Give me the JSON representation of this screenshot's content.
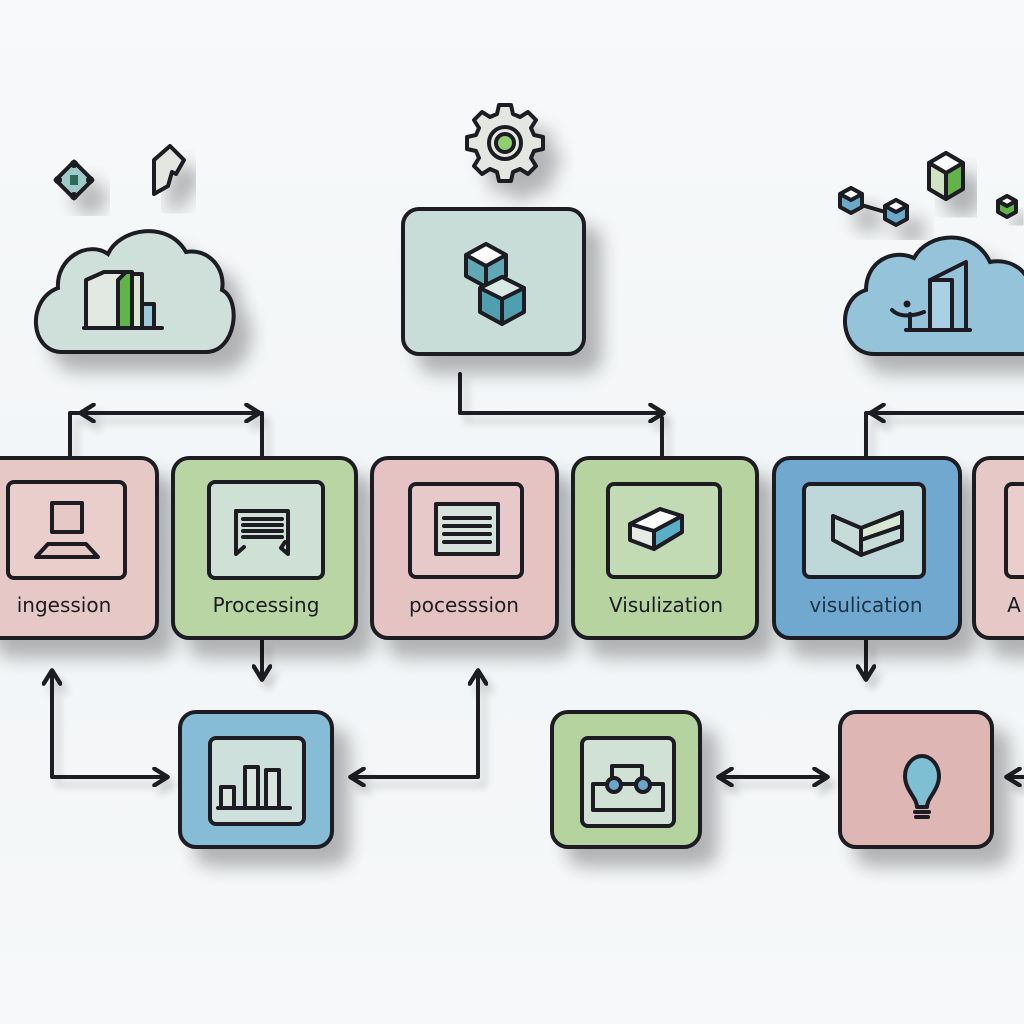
{
  "diagram": {
    "type": "data-pipeline-flow",
    "colors": {
      "outline": "#1a1f24",
      "pink": "#e3c3c3",
      "green": "#b6d3a0",
      "blue": "#6fa8cf",
      "pale_teal": "#c9ddd8",
      "cloud_left": "#cfdfd9",
      "cloud_right": "#94c3da",
      "accent_green": "#62b34a",
      "accent_blue": "#6fb5cf"
    },
    "top_row": [
      {
        "id": "cloud-storage-left",
        "shape": "cloud",
        "icon": "bar-chart-3d-icon"
      },
      {
        "id": "compute-box",
        "shape": "rounded-rect",
        "icon": "stacked-cubes-icon"
      },
      {
        "id": "cloud-storage-right",
        "shape": "cloud",
        "icon": "person-building-icon"
      }
    ],
    "floating_icons": [
      "network-node-icon",
      "flag-icon",
      "gear-icon",
      "linked-cubes-icon",
      "green-cube-icon",
      "small-cube-icon"
    ],
    "stages": [
      {
        "label": "ingession",
        "color": "pink",
        "icon": "laptop-icon"
      },
      {
        "label": "Processing",
        "color": "green",
        "icon": "document-list-icon"
      },
      {
        "label": "pocesssion",
        "color": "pink",
        "icon": "text-lines-icon"
      },
      {
        "label": "Visulization",
        "color": "green",
        "icon": "3d-block-icon"
      },
      {
        "label": "visulication",
        "color": "blue",
        "icon": "layered-chart-icon"
      },
      {
        "label": "A",
        "color": "pink",
        "icon": "partial-icon"
      }
    ],
    "bottom_row": [
      {
        "id": "analytics-box",
        "color": "blue",
        "icon": "bar-chart-icon"
      },
      {
        "id": "toolbox-box",
        "color": "green",
        "icon": "toolbox-icon"
      },
      {
        "id": "insight-box",
        "color": "pink",
        "icon": "lightbulb-icon"
      }
    ]
  }
}
